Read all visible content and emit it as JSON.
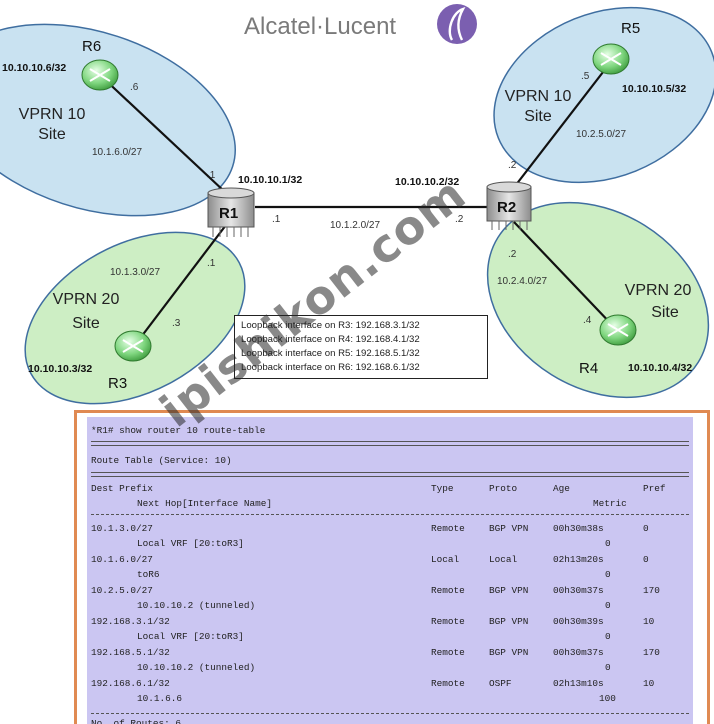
{
  "brand": {
    "name": "Alcatel·Lucent",
    "logo_color": "#7b5fb0"
  },
  "sites": {
    "r6_site": {
      "line1": "VPRN 10",
      "line2": "Site",
      "color": "#c9e2f1"
    },
    "r5_site": {
      "line1": "VPRN 10",
      "line2": "Site",
      "color": "#c9e2f1"
    },
    "r3_site": {
      "line1": "VPRN 20",
      "line2": "Site",
      "color": "#cdeec4"
    },
    "r4_site": {
      "line1": "VPRN 20",
      "line2": "Site",
      "color": "#cdeec4"
    }
  },
  "nodes": {
    "R1": {
      "name": "R1",
      "system_ip": "10.10.10.1/32"
    },
    "R2": {
      "name": "R2",
      "system_ip": "10.10.10.2/32"
    },
    "R3": {
      "name": "R3",
      "system_ip": "10.10.10.3/32"
    },
    "R4": {
      "name": "R4",
      "system_ip": "10.10.10.4/32"
    },
    "R5": {
      "name": "R5",
      "system_ip": "10.10.10.5/32"
    },
    "R6": {
      "name": "R6",
      "system_ip": "10.10.10.6/32"
    }
  },
  "links": {
    "r1_r6": {
      "subnet": "10.1.6.0/27",
      "r1_end": ".1",
      "far_end": ".6"
    },
    "r1_r3": {
      "subnet": "10.1.3.0/27",
      "r1_end": ".1",
      "far_end": ".3"
    },
    "r1_r2": {
      "subnet": "10.1.2.0/27",
      "r1_end": ".1",
      "far_end": ".2"
    },
    "r2_r5": {
      "subnet": "10.2.5.0/27",
      "r2_end": ".2",
      "far_end": ".5"
    },
    "r2_r4": {
      "subnet": "10.2.4.0/27",
      "r2_end": ".2",
      "far_end": ".4"
    }
  },
  "loopbacks": [
    "Loopback interface on R3: 192.168.3.1/32",
    "Loopback interface on R4: 192.168.4.1/32",
    "Loopback interface on R5: 192.168.5.1/32",
    "Loopback interface on R6: 192.168.6.1/32"
  ],
  "terminal": {
    "command": "*R1# show router 10 route-table",
    "table_title": "Route Table (Service: 10)",
    "headers": {
      "dest_prefix": "Dest Prefix",
      "next_hop": "Next Hop[Interface Name]",
      "type": "Type",
      "proto": "Proto",
      "age": "Age",
      "pref": "Pref",
      "metric": "Metric"
    },
    "routes": [
      {
        "prefix": "10.1.3.0/27",
        "next_hop": "Local VRF [20:toR3]",
        "type": "Remote",
        "proto": "BGP VPN",
        "age": "00h30m38s",
        "pref": "0",
        "metric": "0"
      },
      {
        "prefix": "10.1.6.0/27",
        "next_hop": "toR6",
        "type": "Local",
        "proto": "Local",
        "age": "02h13m20s",
        "pref": "0",
        "metric": "0"
      },
      {
        "prefix": "10.2.5.0/27",
        "next_hop": "10.10.10.2 (tunneled)",
        "type": "Remote",
        "proto": "BGP VPN",
        "age": "00h30m37s",
        "pref": "170",
        "metric": "0"
      },
      {
        "prefix": "192.168.3.1/32",
        "next_hop": "Local VRF [20:toR3]",
        "type": "Remote",
        "proto": "BGP VPN",
        "age": "00h30m39s",
        "pref": "10",
        "metric": "0"
      },
      {
        "prefix": "192.168.5.1/32",
        "next_hop": "10.10.10.2 (tunneled)",
        "type": "Remote",
        "proto": "BGP VPN",
        "age": "00h30m37s",
        "pref": "170",
        "metric": "0"
      },
      {
        "prefix": "192.168.6.1/32",
        "next_hop": "10.1.6.6",
        "type": "Remote",
        "proto": "OSPF",
        "age": "02h13m10s",
        "pref": "10",
        "metric": "100"
      }
    ],
    "footer": "No. of Routes: 6"
  },
  "watermark": "ipishikon.com"
}
